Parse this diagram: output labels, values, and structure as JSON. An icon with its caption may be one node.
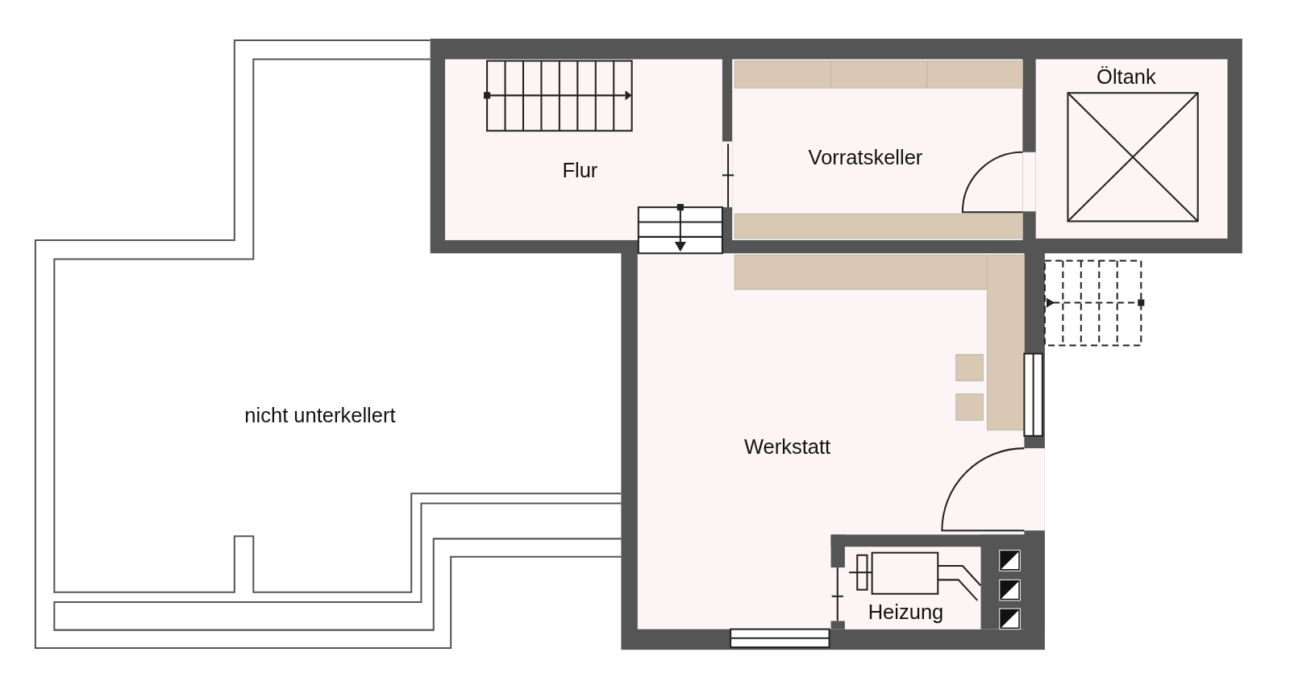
{
  "diagram": {
    "labels": [
      "Öltank",
      "Flur",
      "Vorratskeller",
      "nicht unterkellert",
      "Werkstatt",
      "Heizung"
    ]
  }
}
